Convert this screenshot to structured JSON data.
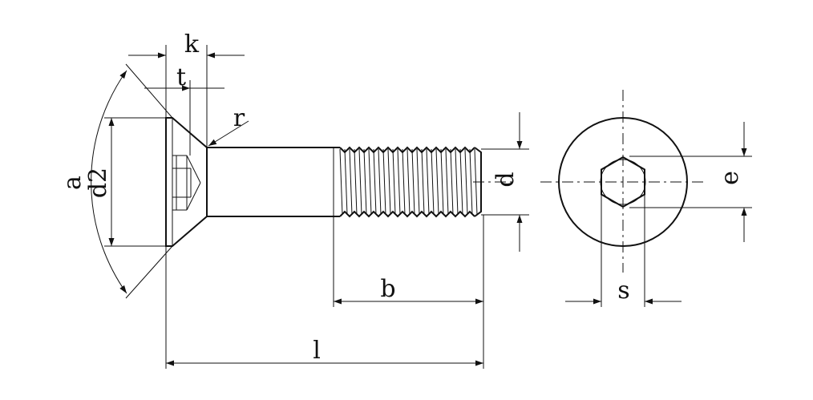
{
  "labels": {
    "k": "k",
    "t": "t",
    "r": "r",
    "a": "a",
    "d2": "d2",
    "d": "d",
    "b": "b",
    "l": "l",
    "s": "s",
    "e": "e"
  }
}
